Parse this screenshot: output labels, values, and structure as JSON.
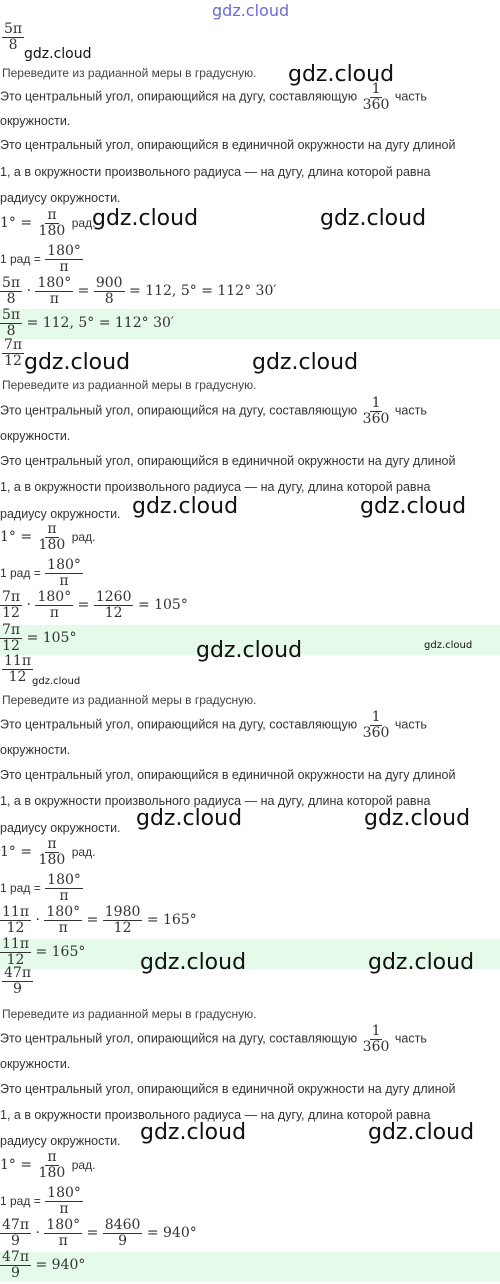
{
  "site": {
    "watermark": "gdz.cloud"
  },
  "text": {
    "heading": "Переведите из радианной меры в градусную.",
    "def1_a": "Это центральный угол, опирающийся на дугу, составляющую",
    "def1_frac_num": "1",
    "def1_frac_den": "360",
    "def1_b": "часть",
    "def1_c": "окружности.",
    "def2_a": "Это центральный угол, опирающийся в единичной окружности на дугу длиной",
    "def2_b": "1, а в окружности произвольного радиуса — на дугу, длина которой равна",
    "def2_c": "радиусу окружности.",
    "deg_lhs": "1° =",
    "pi": "π",
    "n180": "180",
    "rad_word": "рад.",
    "rad_lhs": "1 рад =",
    "n180deg": "180°",
    "dot": "·",
    "eq": "="
  },
  "problems": [
    {
      "num": "5π",
      "den": "8",
      "prod_num": "900",
      "prod_den": "8",
      "result": "= 112, 5° = 112° 30′",
      "answer": "= 112, 5° = 112° 30′"
    },
    {
      "num": "7π",
      "den": "12",
      "prod_num": "1260",
      "prod_den": "12",
      "result": "= 105°",
      "answer": "= 105°"
    },
    {
      "num": "11π",
      "den": "12",
      "prod_num": "1980",
      "prod_den": "12",
      "result": "= 165°",
      "answer": "= 165°"
    },
    {
      "num": "47π",
      "den": "9",
      "prod_num": "8460",
      "prod_den": "9",
      "result": "= 940°",
      "answer": "= 940°"
    }
  ]
}
